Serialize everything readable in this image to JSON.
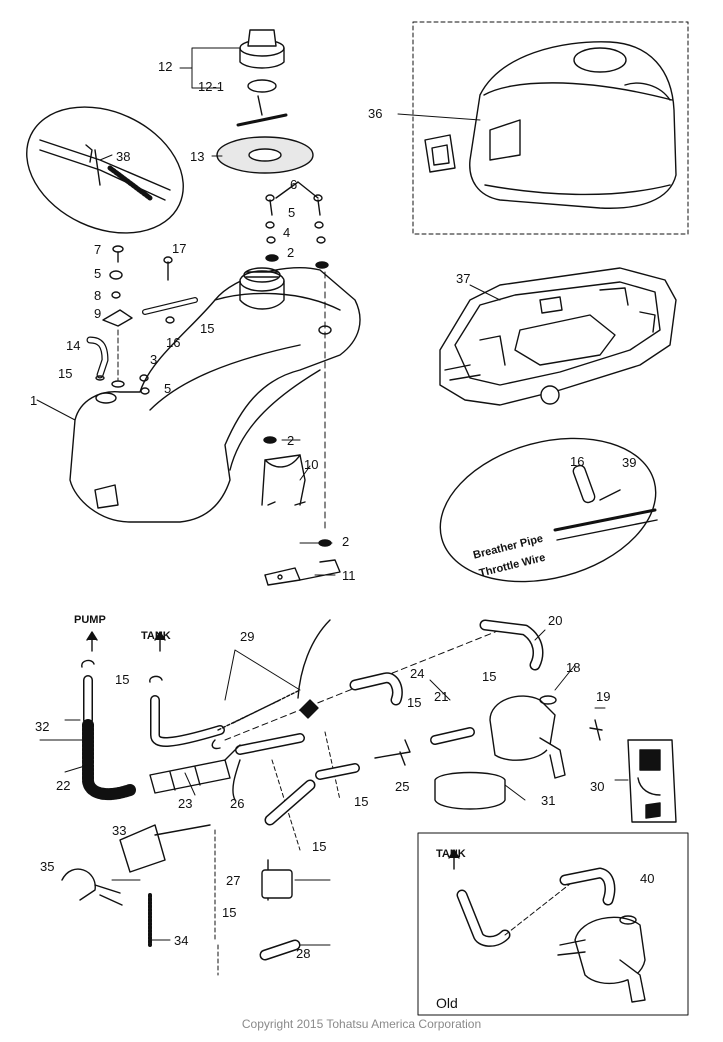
{
  "callouts": {
    "n1": "1",
    "n2a": "2",
    "n2b": "2",
    "n2c": "2",
    "n3": "3",
    "n4": "4",
    "n5a": "5",
    "n5b": "5",
    "n5c": "5",
    "n6": "6",
    "n7": "7",
    "n8": "8",
    "n9": "9",
    "n10": "10",
    "n11": "11",
    "n12": "12",
    "n12_1": "12-1",
    "n13": "13",
    "n14": "14",
    "n15a": "15",
    "n15b": "15",
    "n15c": "15",
    "n15d": "15",
    "n15e": "15",
    "n15f": "15",
    "n15g": "15",
    "n15h": "15",
    "n16a": "16",
    "n16b": "16",
    "n17": "17",
    "n18": "18",
    "n19": "19",
    "n20": "20",
    "n21": "21",
    "n22": "22",
    "n23": "23",
    "n24": "24",
    "n25": "25",
    "n26": "26",
    "n27": "27",
    "n28": "28",
    "n29": "29",
    "n30": "30",
    "n31": "31",
    "n32": "32",
    "n33": "33",
    "n34": "34",
    "n35": "35",
    "n36": "36",
    "n37": "37",
    "n38": "38",
    "n39": "39",
    "n40": "40"
  },
  "labels": {
    "pump": "PUMP",
    "tank": "TANK",
    "tank_old": "TANK",
    "breather_pipe": "Breather Pipe",
    "throttle_wire": "Throttle Wire",
    "old": "Old"
  },
  "copyright": "Copyright 2015 Tohatsu America Corporation"
}
